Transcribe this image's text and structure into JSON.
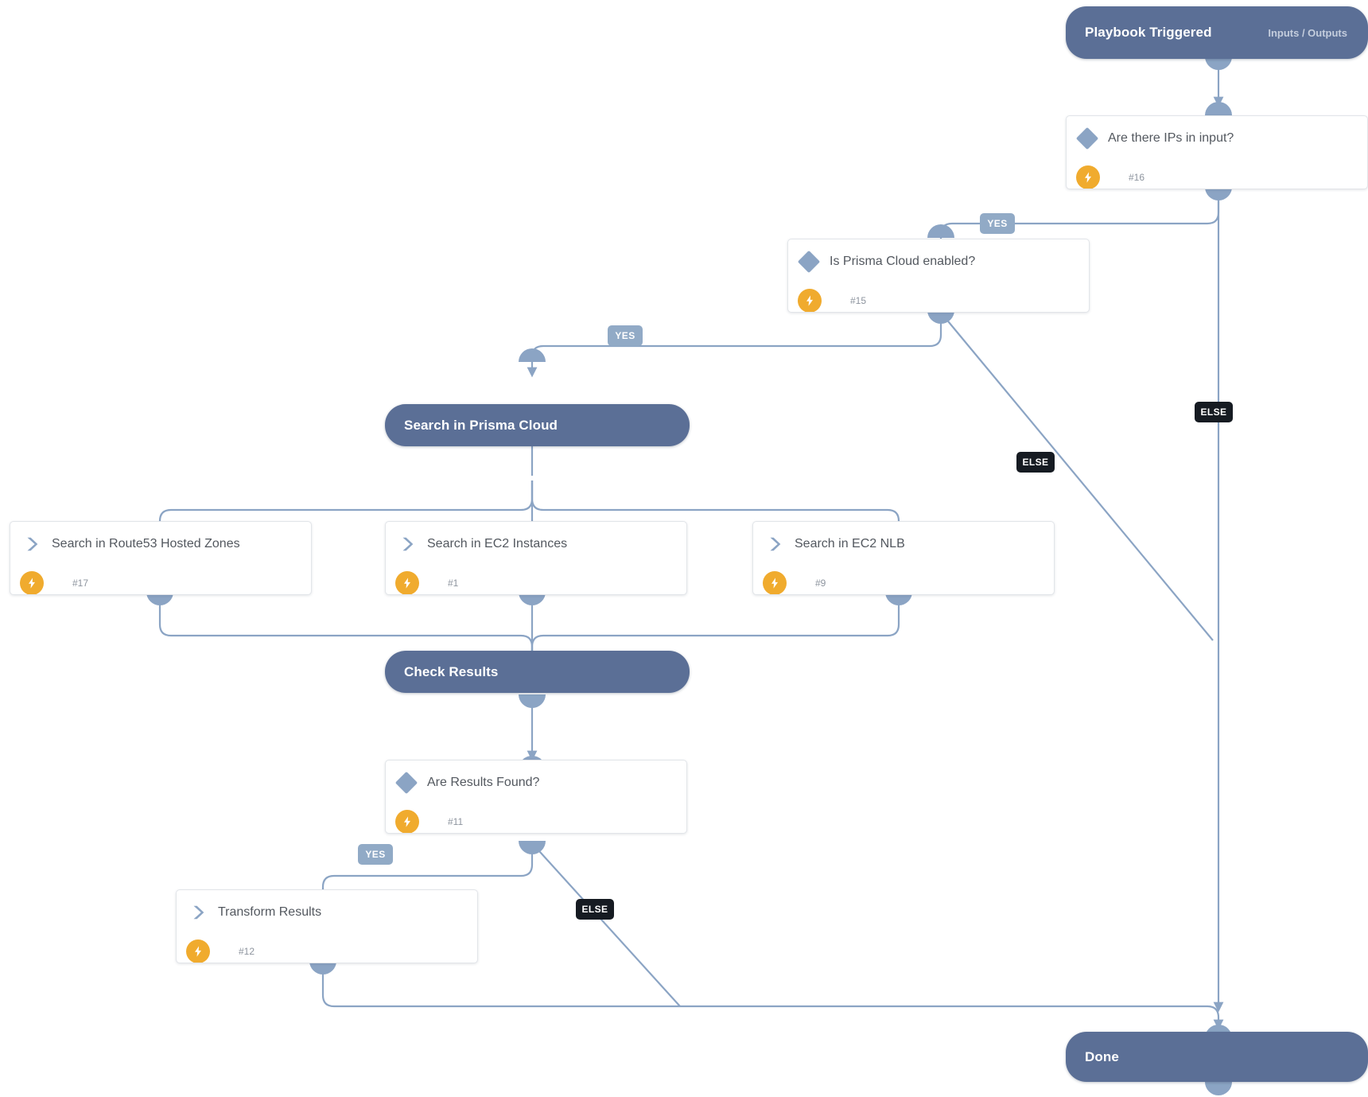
{
  "diagram": {
    "type": "playbook-workflow",
    "colors": {
      "pill_fill": "#5b6f96",
      "card_fill": "#ffffff",
      "card_border": "#e2e5e9",
      "edge_stroke": "#8ba4c4",
      "port_fill": "#8ba4c4",
      "yes_label_bg": "#91aac6",
      "else_label_bg": "#161b22",
      "bolt_badge": "#f0ab2e",
      "diamond_icon": "#8ba4c4",
      "title_text": "#53585f",
      "id_text": "#8d949e"
    },
    "nodes": [
      {
        "key": "playbook_triggered",
        "kind": "start-pill",
        "title": "Playbook Triggered",
        "subtitle": "Inputs / Outputs"
      },
      {
        "key": "are_there_ips",
        "kind": "condition-card",
        "title": "Are there IPs in input?",
        "id": "#16",
        "icon": "diamond-icon",
        "badge": "bolt-icon"
      },
      {
        "key": "is_prisma_cloud_enabled",
        "kind": "condition-card",
        "title": "Is Prisma Cloud enabled?",
        "id": "#15",
        "icon": "diamond-icon",
        "badge": "bolt-icon"
      },
      {
        "key": "search_in_prisma_cloud",
        "kind": "subplaybook-pill",
        "title": "Search in Prisma Cloud",
        "subtitle": ""
      },
      {
        "key": "search_route53",
        "kind": "task-card",
        "title": "Search in Route53 Hosted Zones",
        "id": "#17",
        "icon": "chevron-icon",
        "badge": "bolt-icon"
      },
      {
        "key": "search_ec2_instances",
        "kind": "task-card",
        "title": "Search in EC2 Instances",
        "id": "#1",
        "icon": "chevron-icon",
        "badge": "bolt-icon"
      },
      {
        "key": "search_ec2_nlb",
        "kind": "task-card",
        "title": "Search in EC2 NLB",
        "id": "#9",
        "icon": "chevron-icon",
        "badge": "bolt-icon"
      },
      {
        "key": "check_results",
        "kind": "subplaybook-pill",
        "title": "Check Results",
        "subtitle": ""
      },
      {
        "key": "are_results_found",
        "kind": "condition-card",
        "title": "Are Results Found?",
        "id": "#11",
        "icon": "diamond-icon",
        "badge": "bolt-icon"
      },
      {
        "key": "transform_results",
        "kind": "task-card",
        "title": "Transform Results",
        "id": "#12",
        "icon": "chevron-icon",
        "badge": "bolt-icon"
      },
      {
        "key": "done",
        "kind": "end-pill",
        "title": "Done",
        "subtitle": ""
      }
    ],
    "edge_labels": [
      {
        "key": "ips_yes",
        "text": "YES",
        "style": "yes",
        "from": "are_there_ips",
        "to": "is_prisma_cloud_enabled"
      },
      {
        "key": "ips_else",
        "text": "ELSE",
        "style": "else",
        "from": "are_there_ips",
        "to": "done"
      },
      {
        "key": "prisma_yes",
        "text": "YES",
        "style": "yes",
        "from": "is_prisma_cloud_enabled",
        "to": "search_in_prisma_cloud"
      },
      {
        "key": "prisma_else",
        "text": "ELSE",
        "style": "else",
        "from": "is_prisma_cloud_enabled",
        "to": "done"
      },
      {
        "key": "found_yes",
        "text": "YES",
        "style": "yes",
        "from": "are_results_found",
        "to": "transform_results"
      },
      {
        "key": "found_else",
        "text": "ELSE",
        "style": "else",
        "from": "are_results_found",
        "to": "done"
      }
    ]
  }
}
